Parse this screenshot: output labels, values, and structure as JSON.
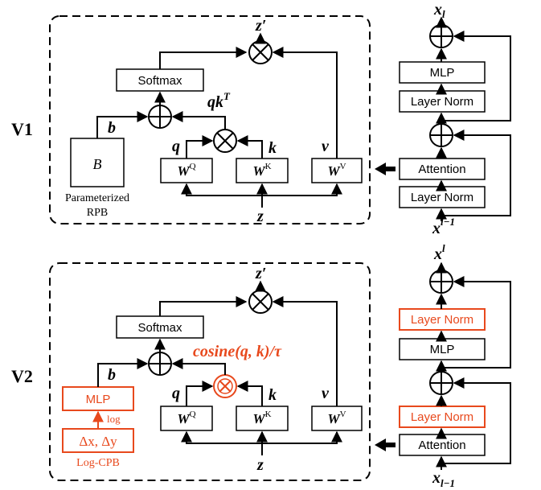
{
  "colors": {
    "accent": "#e8491d",
    "line": "#000000"
  },
  "v1": {
    "version": "V1",
    "softmax": "Softmax",
    "z_prime": "z′",
    "qkT": "qk",
    "qkT_sup": "T",
    "b": "b",
    "B": "B",
    "rpb_line1": "Parameterized",
    "rpb_line2": "RPB",
    "q": "q",
    "k": "k",
    "v": "v",
    "wq": "W",
    "wq_sup": "Q",
    "wk": "W",
    "wk_sup": "K",
    "wv": "W",
    "wv_sup": "V",
    "z": "z",
    "block": {
      "out": "x",
      "out_sub": "l",
      "mlp": "MLP",
      "ln_top": "Layer Norm",
      "attention": "Attention",
      "ln_bottom": "Layer Norm",
      "in": "x",
      "in_sup": "l−1"
    }
  },
  "v2": {
    "version": "V2",
    "softmax": "Softmax",
    "z_prime": "z′",
    "cosine": "cosine(q, k)/τ",
    "b": "b",
    "mlp": "MLP",
    "log": "log",
    "delta": "Δx, Δy",
    "cpb": "Log-CPB",
    "q": "q",
    "k": "k",
    "v": "v",
    "wq": "W",
    "wq_sup": "Q",
    "wk": "W",
    "wk_sup": "K",
    "wv": "W",
    "wv_sup": "V",
    "z": "z",
    "block": {
      "out": "x",
      "out_sup": "l",
      "ln_top": "Layer Norm",
      "mlp": "MLP",
      "ln_mid": "Layer Norm",
      "attention": "Attention",
      "in": "x",
      "in_sub": "l−1"
    }
  }
}
